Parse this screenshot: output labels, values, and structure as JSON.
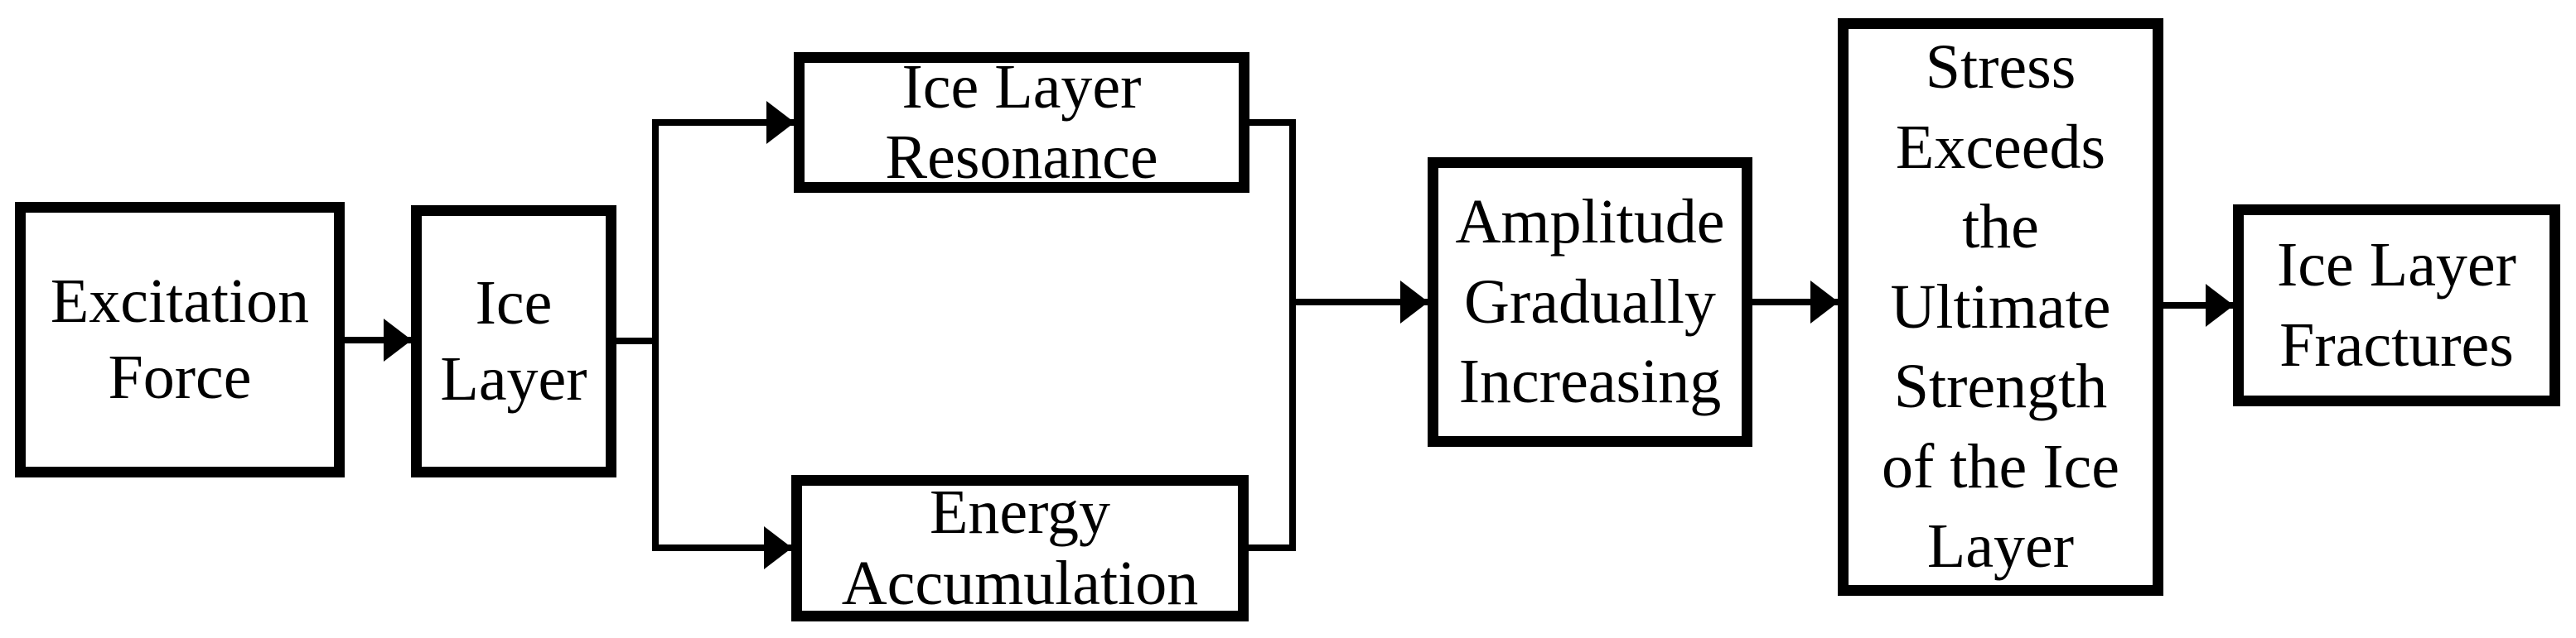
{
  "diagram": {
    "type": "flowchart",
    "background_color": "#ffffff",
    "box_border_color": "#000000",
    "connector_color": "#000000",
    "text_color": "#000000",
    "edges": [
      {
        "from": "Excitation Force",
        "to": "Ice Layer"
      },
      {
        "from": "Ice Layer",
        "to": "Ice Layer Resonance"
      },
      {
        "from": "Ice Layer",
        "to": "Energy Accumulation"
      },
      {
        "from": "Ice Layer Resonance",
        "to": "Amplitude Gradually Increasing"
      },
      {
        "from": "Energy Accumulation",
        "to": "Amplitude Gradually Increasing"
      },
      {
        "from": "Amplitude Gradually Increasing",
        "to": "Stress Exceeds the Ultimate Strength of the Ice Layer"
      },
      {
        "from": "Stress Exceeds the Ultimate Strength of the Ice Layer",
        "to": "Ice Layer Fractures"
      }
    ]
  },
  "nodes": {
    "excitation": {
      "label": "Excitation\nForce"
    },
    "ice_layer": {
      "label": "Ice\nLayer"
    },
    "resonance": {
      "label": "Ice Layer\nResonance"
    },
    "energy": {
      "label": "Energy\nAccumulation"
    },
    "amplitude": {
      "label": "Amplitude\nGradually\nIncreasing"
    },
    "stress": {
      "label": "Stress\nExceeds\nthe\nUltimate\nStrength\nof the Ice\nLayer"
    },
    "fractures": {
      "label": "Ice Layer\nFractures"
    }
  }
}
